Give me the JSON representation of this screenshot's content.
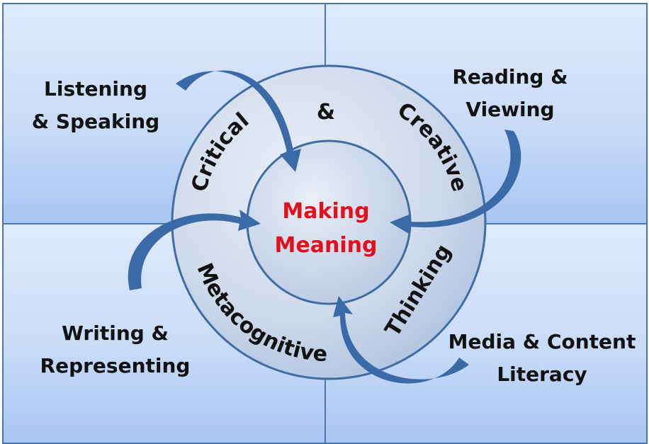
{
  "diagram": {
    "center": {
      "line1": "Making",
      "line2": "Meaning",
      "color": "#e3101b"
    },
    "ring": {
      "words": [
        "Critical",
        "&",
        "Creative",
        "Thinking",
        "Metacognitive"
      ]
    },
    "quadrants": [
      {
        "id": "top-left",
        "line1": "Listening",
        "line2": "& Speaking"
      },
      {
        "id": "top-right",
        "line1": "Reading &",
        "line2": "Viewing"
      },
      {
        "id": "bottom-left",
        "line1": "Writing &",
        "line2": "Representing"
      },
      {
        "id": "bottom-right",
        "line1": "Media & Content",
        "line2": "Literacy"
      }
    ],
    "colors": {
      "border": "#4a76a8",
      "arrow": "#3a6aa8",
      "quad_top": "#dfeafc",
      "quad_bottom": "#a8c5f3"
    }
  }
}
